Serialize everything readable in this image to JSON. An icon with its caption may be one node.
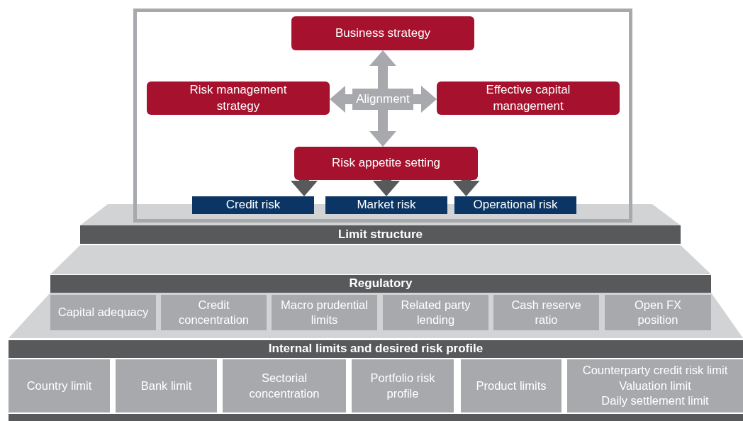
{
  "diagram": {
    "nodes": [
      {
        "text": [],
        "shape": "box"
      },
      {
        "text": [
          "Business strategy"
        ],
        "in": 0
      },
      {
        "text": [
          "Risk management strategy"
        ],
        "in": 0
      },
      {
        "text": [
          "Alignment"
        ],
        "in": 0
      },
      {
        "text": [
          "Effective capital management"
        ],
        "in": 0
      },
      {
        "text": [
          "Risk appetite setting"
        ],
        "in": 0
      },
      {
        "text": [
          "Credit risk"
        ],
        "in": 0
      },
      {
        "text": [
          "Market risk"
        ],
        "in": 0
      },
      {
        "text": [
          "Operational risk"
        ],
        "in": 0
      },
      {
        "text": [
          "Limit structure"
        ]
      },
      {
        "text": [
          "Regulatory"
        ]
      },
      {
        "text": [
          "Capital adequacy"
        ]
      },
      {
        "text": [
          "Credit concentration"
        ]
      },
      {
        "text": [
          "Macro prudential limits"
        ]
      },
      {
        "text": [
          "Related party lending"
        ]
      },
      {
        "text": [
          "Cash reserve ratio"
        ]
      },
      {
        "text": [
          "Open FX position"
        ]
      },
      {
        "text": [
          "Internal limits and desired risk profile"
        ]
      },
      {
        "text": [
          "Country limit"
        ]
      },
      {
        "text": [
          "Bank limit"
        ]
      },
      {
        "text": [
          "Sectorial concentration"
        ]
      },
      {
        "text": [
          "Portfolio risk profile"
        ]
      },
      {
        "text": [
          "Product limits"
        ]
      },
      {
        "text": [
          "Counterparty credit risk limit",
          "Valuation limit",
          "Daily settlement limit"
        ]
      }
    ],
    "edges": [
      {
        "from": 3,
        "to": 1,
        "arrow": "to"
      },
      {
        "from": 3,
        "to": 2,
        "arrow": "to"
      },
      {
        "from": 3,
        "to": 4,
        "arrow": "to"
      },
      {
        "from": 3,
        "to": 5,
        "arrow": "to"
      },
      {
        "from": 5,
        "to": 6,
        "arrow": "to",
        "color": "#58595b"
      },
      {
        "from": 5,
        "to": 7,
        "arrow": "to",
        "color": "#58595b"
      },
      {
        "from": 5,
        "to": 8,
        "arrow": "to",
        "color": "#58595b"
      }
    ]
  }
}
